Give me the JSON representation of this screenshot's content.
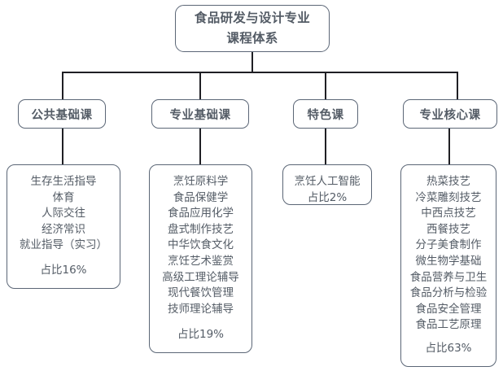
{
  "diagram": {
    "type": "tree-hierarchy",
    "root": {
      "lines": [
        "食品研发与设计专业",
        "课程体系"
      ]
    },
    "categories": [
      {
        "id": "public-basic",
        "label": "公共基础课"
      },
      {
        "id": "major-basic",
        "label": "专业基础课"
      },
      {
        "id": "featured",
        "label": "特色课"
      },
      {
        "id": "major-core",
        "label": "专业核心课"
      }
    ],
    "leaves": [
      {
        "id": "public-basic-courses",
        "courses": [
          "生存生活指导",
          "体育",
          "人际交往",
          "经济常识",
          "就业指导（实习）"
        ],
        "share": "占比16%",
        "share_value": 16
      },
      {
        "id": "major-basic-courses",
        "courses": [
          "烹饪原料学",
          "食品保健学",
          "食品应用化学",
          "盘式制作技艺",
          "中华饮食文化",
          "烹饪艺术鉴赏",
          "高级工理论辅导",
          "现代餐饮管理",
          "技师理论辅导"
        ],
        "share": "占比19%",
        "share_value": 19
      },
      {
        "id": "featured-courses",
        "courses": [
          "烹饪人工智能"
        ],
        "share": "占比2%",
        "share_value": 2
      },
      {
        "id": "major-core-courses",
        "courses": [
          "热菜技艺",
          "冷菜雕刻技艺",
          "中西点技艺",
          "西餐技艺",
          "分子美食制作",
          "微生物学基础",
          "食品营养与卫生",
          "食品分析与检验",
          "食品安全管理",
          "食品工艺原理"
        ],
        "share": "占比63%",
        "share_value": 63
      }
    ],
    "colors": {
      "box_border": "#5b6676",
      "text": "#545c66",
      "connector": "#1f1f24",
      "background": "#ffffff"
    }
  }
}
